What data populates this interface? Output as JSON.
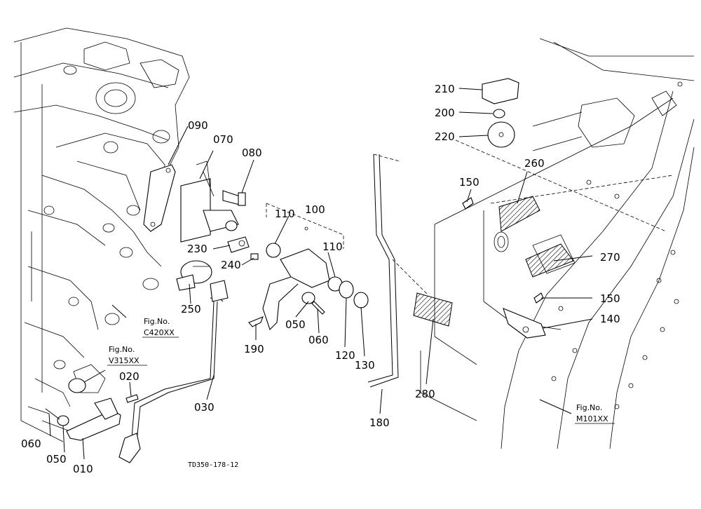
{
  "drawing_code": "TD350-178-12",
  "parts": {
    "p010": "010",
    "p020": "020",
    "p030": "030",
    "p050a": "050",
    "p050b": "050",
    "p060a": "060",
    "p060b": "060",
    "p070": "070",
    "p080": "080",
    "p090": "090",
    "p100": "100",
    "p110a": "110",
    "p110b": "110",
    "p120": "120",
    "p130": "130",
    "p140": "140",
    "p150a": "150",
    "p150b": "150",
    "p180": "180",
    "p190": "190",
    "p200": "200",
    "p210": "210",
    "p220": "220",
    "p230": "230",
    "p240": "240",
    "p250": "250",
    "p260": "260",
    "p270": "270",
    "p280": "280"
  },
  "fig_refs": {
    "c420_label": "Fig.No.",
    "c420_code": "C420XX",
    "v315_label": "Fig.No.",
    "v315_code": "V315XX",
    "m101_label": "Fig.No.",
    "m101_code": "M101XX"
  }
}
